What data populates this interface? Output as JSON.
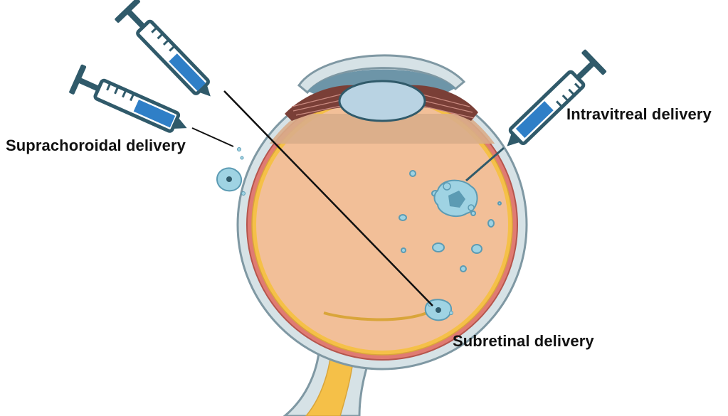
{
  "labels": {
    "suprachoroidal": "Suprachoroidal delivery",
    "intravitreal": "Intravitreal delivery",
    "subretinal": "Subretinal delivery"
  },
  "colors": {
    "sclera": "#d6e2e6",
    "sclera_outline": "#7f98a3",
    "choroid": "#e07b72",
    "retina": "#f5c048",
    "vitreous": "#f2bf98",
    "vitreous_top": "#d9ad8a",
    "lens": "#b9d3e3",
    "cornea": "#6d95a8",
    "optic_nerve": "#f5c048",
    "syringe_outline": "#305a6a",
    "syringe_barrel": "#ffffff",
    "syringe_fluid": "#2f7fc7",
    "drug": "#9fd3e3",
    "drug_dark": "#5c9bb3"
  }
}
